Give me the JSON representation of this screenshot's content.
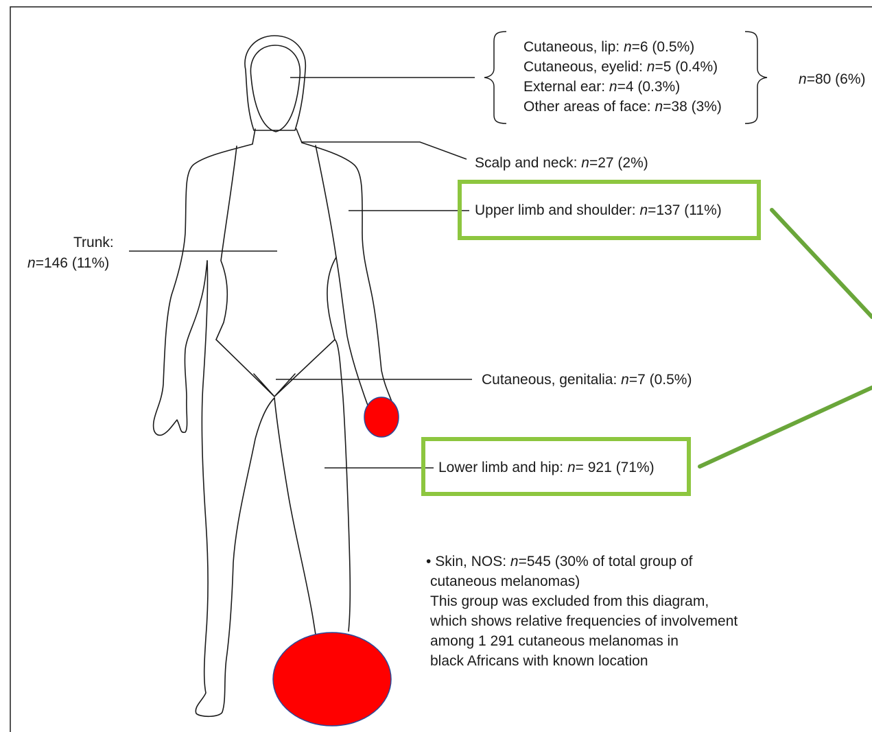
{
  "diagram": {
    "face_group": {
      "items": [
        {
          "prefix": "Cutaneous, lip: ",
          "n": "n",
          "value": "=6 (0.5%)"
        },
        {
          "prefix": "Cutaneous, eyelid: ",
          "n": "n",
          "value": "=5 (0.4%)"
        },
        {
          "prefix": "External ear: ",
          "n": "n",
          "value": "=4 (0.3%)"
        },
        {
          "prefix": "Other areas of face: ",
          "n": "n",
          "value": "=38 (3%)"
        }
      ],
      "total_n": "n",
      "total_value": "=80 (6%)"
    },
    "scalp_neck": {
      "prefix": "Scalp and neck: ",
      "n": "n",
      "value": "=27 (2%)"
    },
    "upper_limb": {
      "prefix": "Upper limb and shoulder: ",
      "n": "n",
      "value": "=137 (11%)"
    },
    "trunk": {
      "title": "Trunk:",
      "n": "n",
      "value": "=146 (11%)"
    },
    "genitalia": {
      "prefix": "Cutaneous, genitalia: ",
      "n": "n",
      "value": "=7 (0.5%)"
    },
    "lower_limb": {
      "prefix": "Lower limb and hip: ",
      "n": "n",
      "value": "= 921 (71%)"
    },
    "note": {
      "bullet": "•",
      "line1_prefix": " Skin, NOS: ",
      "line1_n": "n",
      "line1_value": "=545 (30% of total group of",
      "lines": [
        "cutaneous melanomas)",
        "This group was excluded from this diagram,",
        "which shows relative frequencies of involvement",
        "among 1 291 cutaneous melanomas in",
        "black Africans with known location"
      ]
    },
    "colors": {
      "highlight_box": "#8dc63f",
      "arrow": "#6aa63a",
      "marker_fill": "#ff0000",
      "marker_stroke": "#2a4a9a",
      "outline": "#1a1a1a"
    }
  }
}
